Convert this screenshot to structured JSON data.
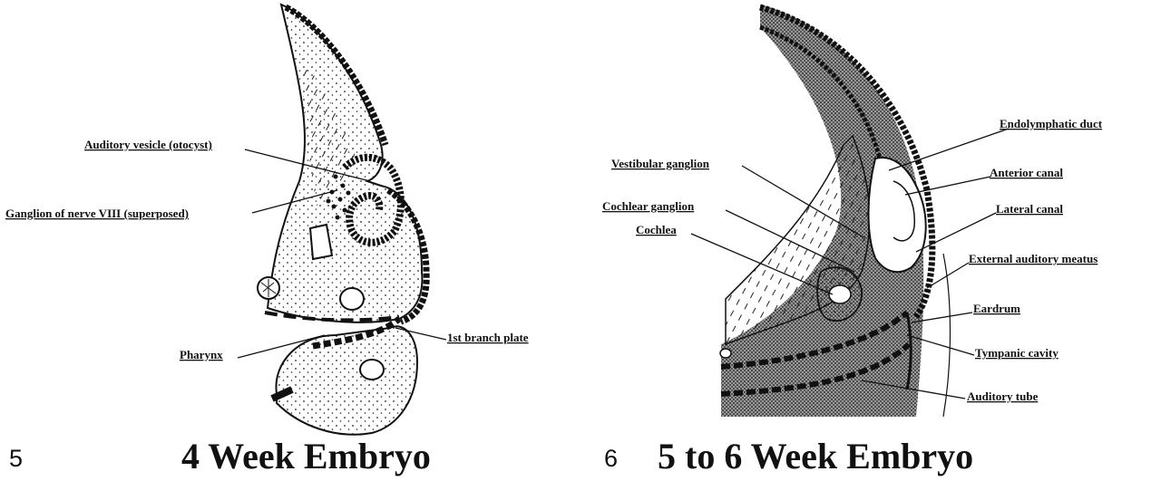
{
  "figures": [
    {
      "number": "5",
      "title": "4 Week Embryo",
      "labels": {
        "auditory_vesicle": "Auditory vesicle (otocyst)",
        "ganglion_viii": "Ganglion of nerve VIII (superposed)",
        "pharynx": "Pharynx",
        "branch_plate": "1st branch plate"
      }
    },
    {
      "number": "6",
      "title": "5 to 6 Week Embryo",
      "labels": {
        "endolymphatic_duct": "Endolymphatic duct",
        "vestibular_ganglion": "Vestibular ganglion",
        "anterior_canal": "Anterior canal",
        "cochlear_ganglion": "Cochlear ganglion",
        "lateral_canal": "Lateral canal",
        "cochlea": "Cochlea",
        "external_auditory_meatus": "External auditory meatus",
        "eardrum": "Eardrum",
        "tympanic_cavity": "Tympanic cavity",
        "auditory_tube": "Auditory tube"
      }
    }
  ]
}
